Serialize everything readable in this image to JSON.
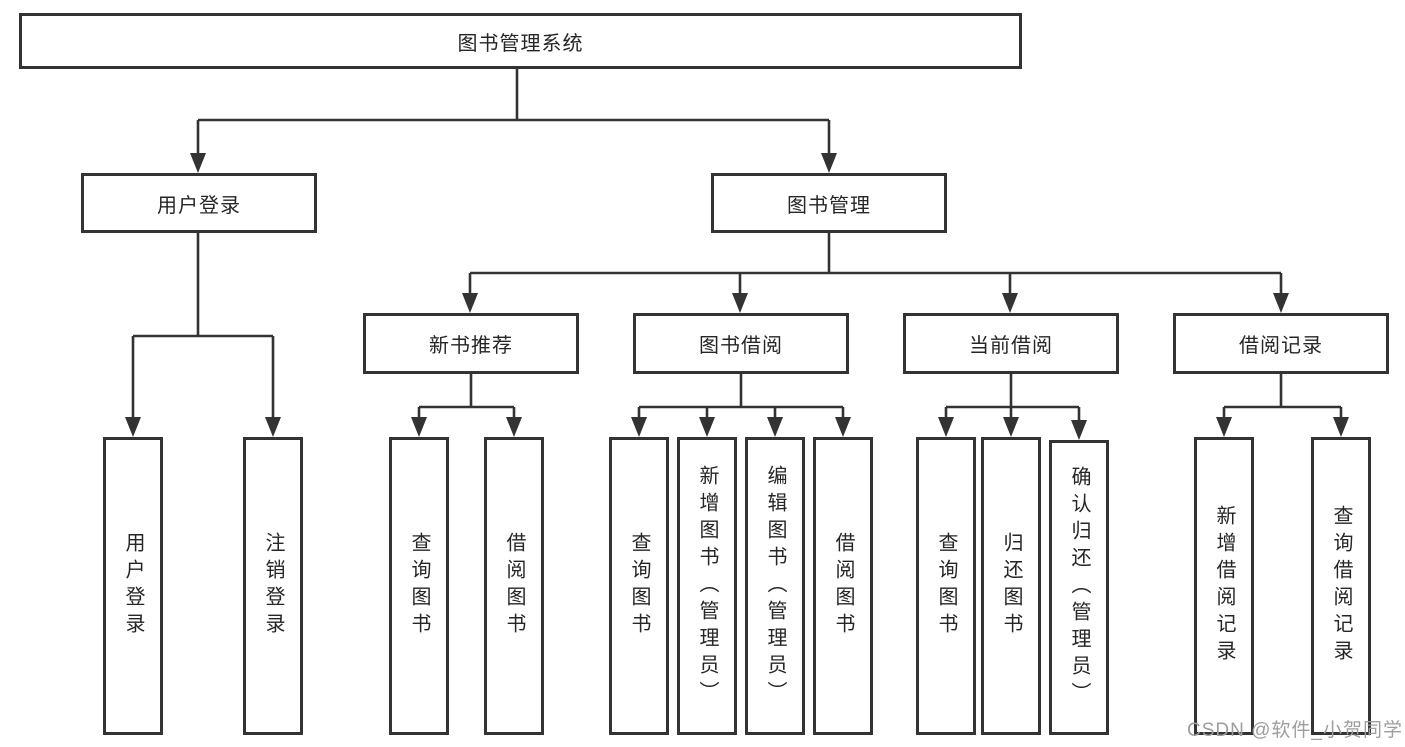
{
  "nodes": {
    "root": "图书管理系统",
    "user_login": "用户登录",
    "book_management": "图书管理",
    "new_book_recommend": "新书推荐",
    "book_borrowing": "图书借阅",
    "current_borrowing": "当前借阅",
    "borrowing_records": "借阅记录",
    "leaf_user_login": "用户登录",
    "leaf_logout_login": "注销登录",
    "leaf_nb_query_books": "查询图书",
    "leaf_nb_borrow_books": "借阅图书",
    "leaf_bb_query_books": "查询图书",
    "leaf_bb_add_books_admin": "新增图书（管理员）",
    "leaf_bb_edit_books_admin": "编辑图书（管理员）",
    "leaf_bb_borrow_books": "借阅图书",
    "leaf_cb_query_books": "查询图书",
    "leaf_cb_return_books": "归还图书",
    "leaf_cb_confirm_return_admin": "确认归还（管理员）",
    "leaf_br_add_record": "新增借阅记录",
    "leaf_br_query_record": "查询借阅记录"
  },
  "watermark": {
    "text": "CSDN @软件_小贺同学"
  },
  "colors": {
    "line": "#333333",
    "box_border": "#333333",
    "text": "#262626",
    "watermark": "#9e9e9e",
    "background": "#ffffff"
  }
}
